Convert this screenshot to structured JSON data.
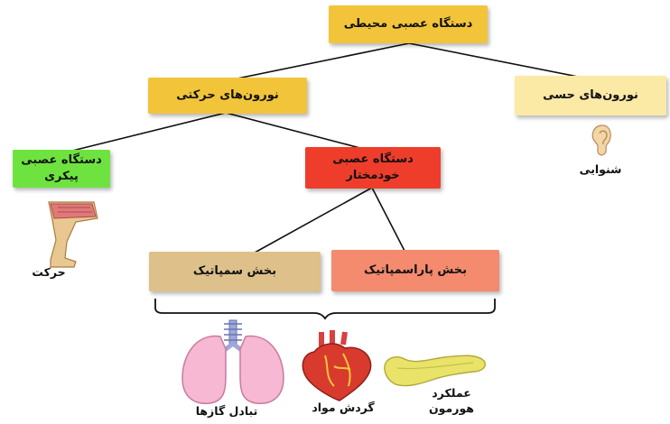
{
  "nodes": {
    "root": "دستگاه عصبی محیطی",
    "motor": "نورون‌های حرکتی",
    "sensory": "نورون‌های حسی",
    "somatic": "دستگاه عصبی\nپیکری",
    "autonomic": "دستگاه عصبی\nخودمختار",
    "sympathetic": "بخش سمپاتیک",
    "parasympathetic": "بخش پاراسمپاتیک"
  },
  "captions": {
    "hearing": "شنوایی",
    "movement": "حرکت",
    "gas_exchange": "تبادل گازها",
    "circulation": "گردش مواد",
    "hormone": "عملکرد\nهورمون"
  },
  "colors": {
    "root": "#f2c43a",
    "motor": "#f2c43a",
    "sensory": "#fbe9a6",
    "somatic": "#6ee33f",
    "autonomic": "#ef3d2b",
    "sympathetic": "#ddc08a",
    "parasympathetic": "#f48a6e"
  },
  "icons": {
    "ear": "ear-icon",
    "leg": "leg-icon",
    "lungs": "lungs-icon",
    "heart": "heart-icon",
    "pancreas": "pancreas-icon"
  }
}
